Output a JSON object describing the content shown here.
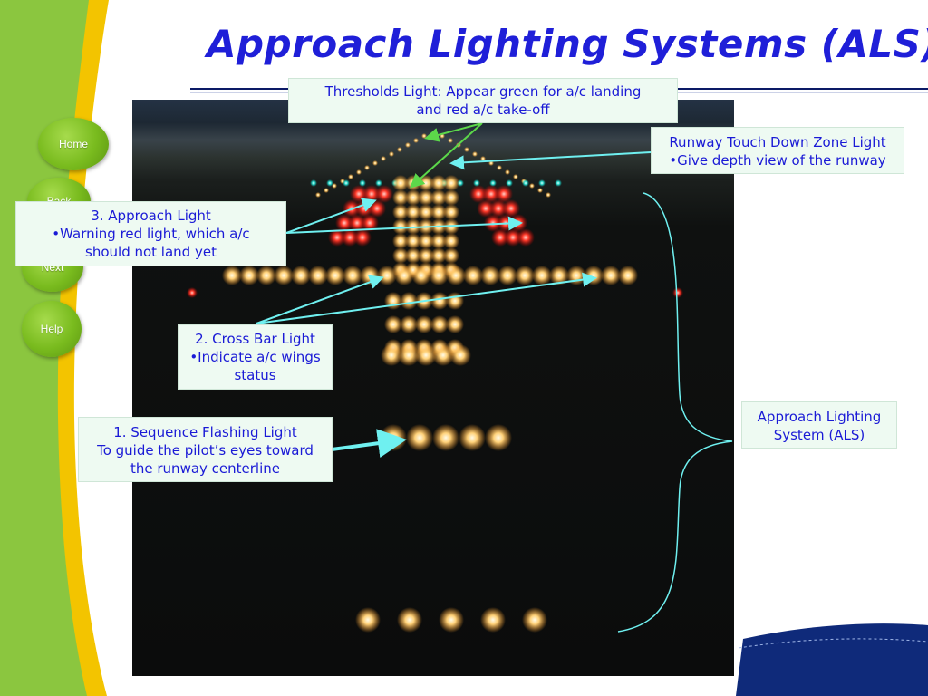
{
  "title": "Approach Lighting Systems (ALS)",
  "nav": {
    "home": "Home",
    "back": "Back",
    "next": "Next",
    "help": "Help"
  },
  "callouts": {
    "threshold": {
      "line1": "Thresholds Light: Appear green for a/c landing",
      "line2": "and red a/c take-off"
    },
    "touchdown": {
      "line1": "Runway Touch Down Zone Light",
      "line2": "•Give depth view of the runway"
    },
    "approach": {
      "line1": "3. Approach Light",
      "line2": "•Warning red light, which a/c",
      "line3": "should not land yet"
    },
    "crossbar": {
      "line1": "2. Cross Bar Light",
      "line2": "•Indicate a/c wings",
      "line3": "status"
    },
    "sequence": {
      "line1": "1. Sequence Flashing Light",
      "line2": "To guide the pilot’s eyes toward",
      "line3": "the runway centerline"
    },
    "als": {
      "line1": "Approach Lighting",
      "line2": "System (ALS)"
    }
  },
  "colors": {
    "title": "#1f1fd8",
    "callout_text": "#1a1ad6",
    "callout_bg": "#eefaf2",
    "green_band": "#8bc63f",
    "yellow_band": "#f3c400",
    "navy_band": "#0f2a7a",
    "arrow_cyan": "#6ff0f0",
    "arrow_green": "#5cd84a"
  }
}
